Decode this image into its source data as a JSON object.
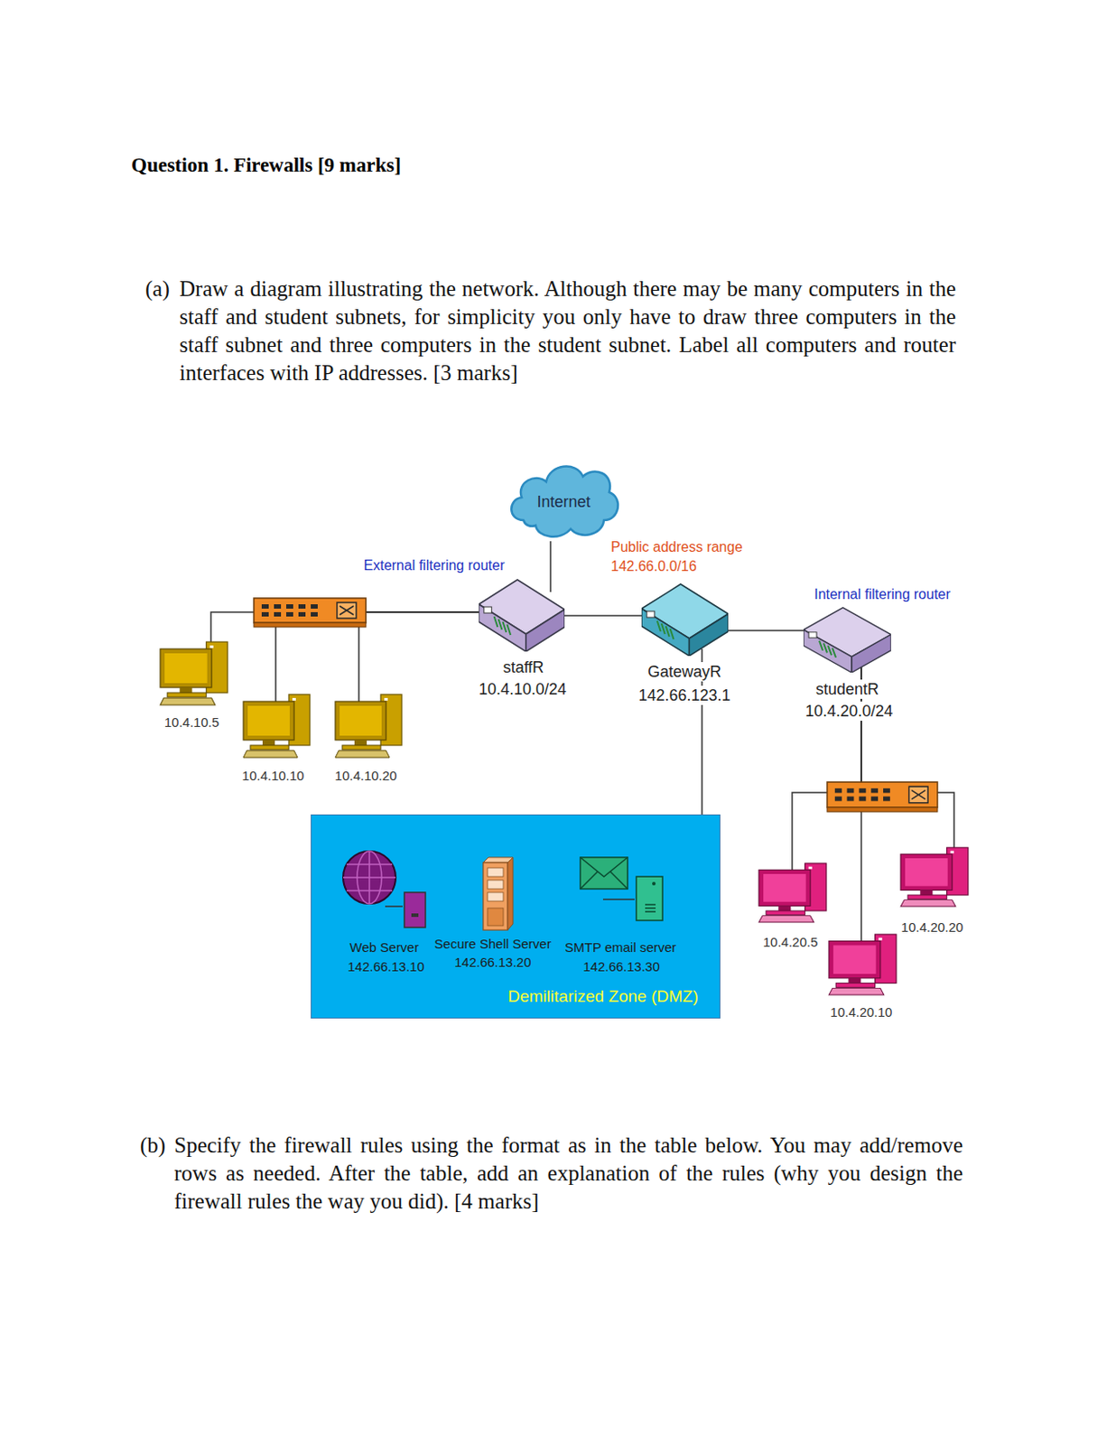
{
  "diagram": {
    "title": "Question 1. Firewalls [9 marks]",
    "nodes": [
      {
        "text": [
          "Internet"
        ]
      },
      {
        "text": [
          "staffR",
          "10.4.10.0/24"
        ]
      },
      {
        "text": [
          "GatewayR",
          "142.66.123.1"
        ]
      },
      {
        "text": [
          "studentR",
          "10.4.20.0/24"
        ]
      },
      {
        "text": [
          "10.4.10.5"
        ]
      },
      {
        "text": [
          "10.4.10.10"
        ]
      },
      {
        "text": [
          "10.4.10.20"
        ]
      },
      {
        "text": [
          "Demilitarized Zone (DMZ)"
        ]
      },
      {
        "text": [
          "Web Server",
          "142.66.13.10"
        ],
        "in": 7
      },
      {
        "text": [
          "Secure Shell Server",
          "142.66.13.20"
        ],
        "in": 7
      },
      {
        "text": [
          "SMTP email server",
          "142.66.13.30"
        ],
        "in": 7
      },
      {
        "text": [
          "10.4.20.5"
        ]
      },
      {
        "text": [
          "10.4.20.20"
        ]
      },
      {
        "text": [
          "10.4.20.10"
        ]
      }
    ],
    "edges": [
      {
        "from": 0,
        "to": 1,
        "arrow": "none"
      },
      {
        "from": 1,
        "to": 2,
        "arrow": "none"
      },
      {
        "from": 2,
        "to": 3,
        "arrow": "none"
      },
      {
        "from": 2,
        "to": 7,
        "arrow": "none"
      },
      {
        "from": 1,
        "to": 4,
        "arrow": "none"
      },
      {
        "from": 1,
        "to": 5,
        "arrow": "none"
      },
      {
        "from": 1,
        "to": 6,
        "arrow": "none"
      },
      {
        "from": 3,
        "to": 11,
        "arrow": "none"
      },
      {
        "from": 3,
        "to": 12,
        "arrow": "none"
      },
      {
        "from": 3,
        "to": 13,
        "arrow": "none"
      }
    ],
    "labels": [
      "(a)",
      "Draw a diagram illustrating the network. Although there may be many computers in the staff and student subnets, for simplicity you only have to draw three computers in the staff subnet and three computers in the student subnet. Label all computers and router interfaces with IP addresses. [3 marks]",
      "External filtering router",
      "Public address range",
      "142.66.0.0/16",
      "Internal filtering router",
      "(b)",
      "Specify the firewall rules using the format as in the table below. You may add/remove rows as needed. After the table, add an explanation of the rules (why you design the firewall rules the way you did). [4 marks]"
    ]
  }
}
